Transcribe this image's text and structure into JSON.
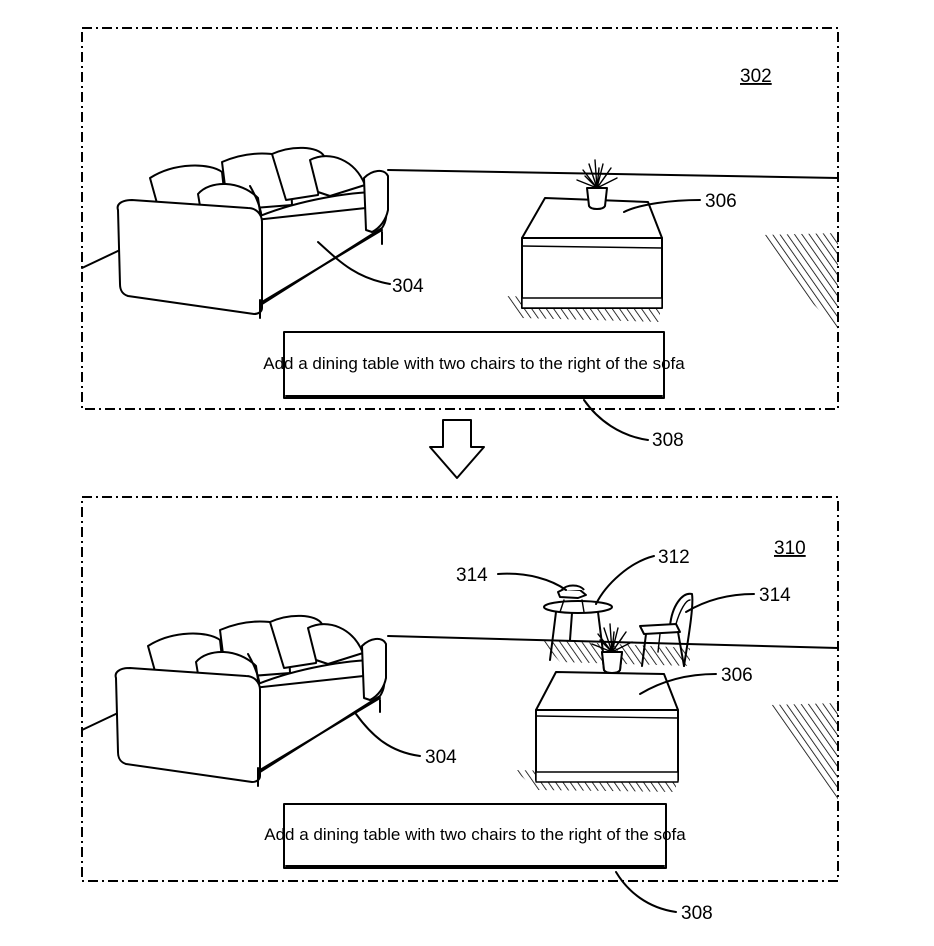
{
  "top_panel": {
    "ref": "302",
    "prompt_text": "Add a dining table with two chairs to the right of the sofa",
    "labels": {
      "sofa": "304",
      "side_table": "306",
      "prompt_box": "308"
    }
  },
  "bottom_panel": {
    "ref": "310",
    "prompt_text": "Add a dining table with two chairs to the right of the sofa",
    "labels": {
      "sofa": "304",
      "side_table": "306",
      "prompt_box": "308",
      "dining_table": "312",
      "chair_left": "314",
      "chair_right": "314"
    }
  },
  "arrow_icon": "down-arrow-icon"
}
